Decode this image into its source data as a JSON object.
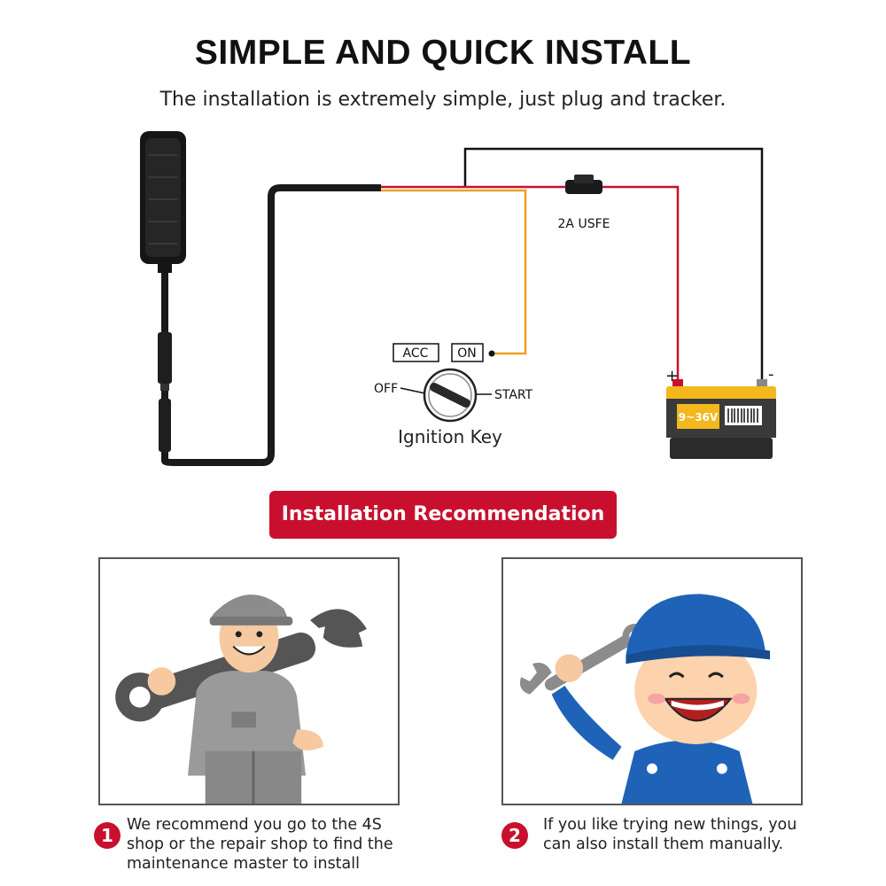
{
  "header": {
    "title": "SIMPLE AND QUICK INSTALL",
    "subtitle": "The installation is extremely simple, just plug and tracker."
  },
  "diagram": {
    "fuse_label": "2A USFE",
    "ignition": {
      "acc": "ACC",
      "on": "ON",
      "off": "OFF",
      "start": "START",
      "caption": "Ignition Key"
    },
    "battery": {
      "voltage": "9~36V",
      "plus": "+",
      "minus": "-"
    },
    "colors": {
      "red_wire": "#c8102e",
      "orange_wire": "#f0a020",
      "black_wire": "#111111",
      "battery_yellow": "#f2b81e"
    }
  },
  "recommendation": {
    "label": "Installation Recommendation",
    "items": [
      {
        "number": "1",
        "text_lines": [
          "We recommend you go to the 4S",
          "shop or the repair shop to find the",
          "maintenance master to install"
        ]
      },
      {
        "number": "2",
        "text_lines": [
          "If you like trying new things, you",
          "can also install them manually."
        ]
      }
    ]
  }
}
